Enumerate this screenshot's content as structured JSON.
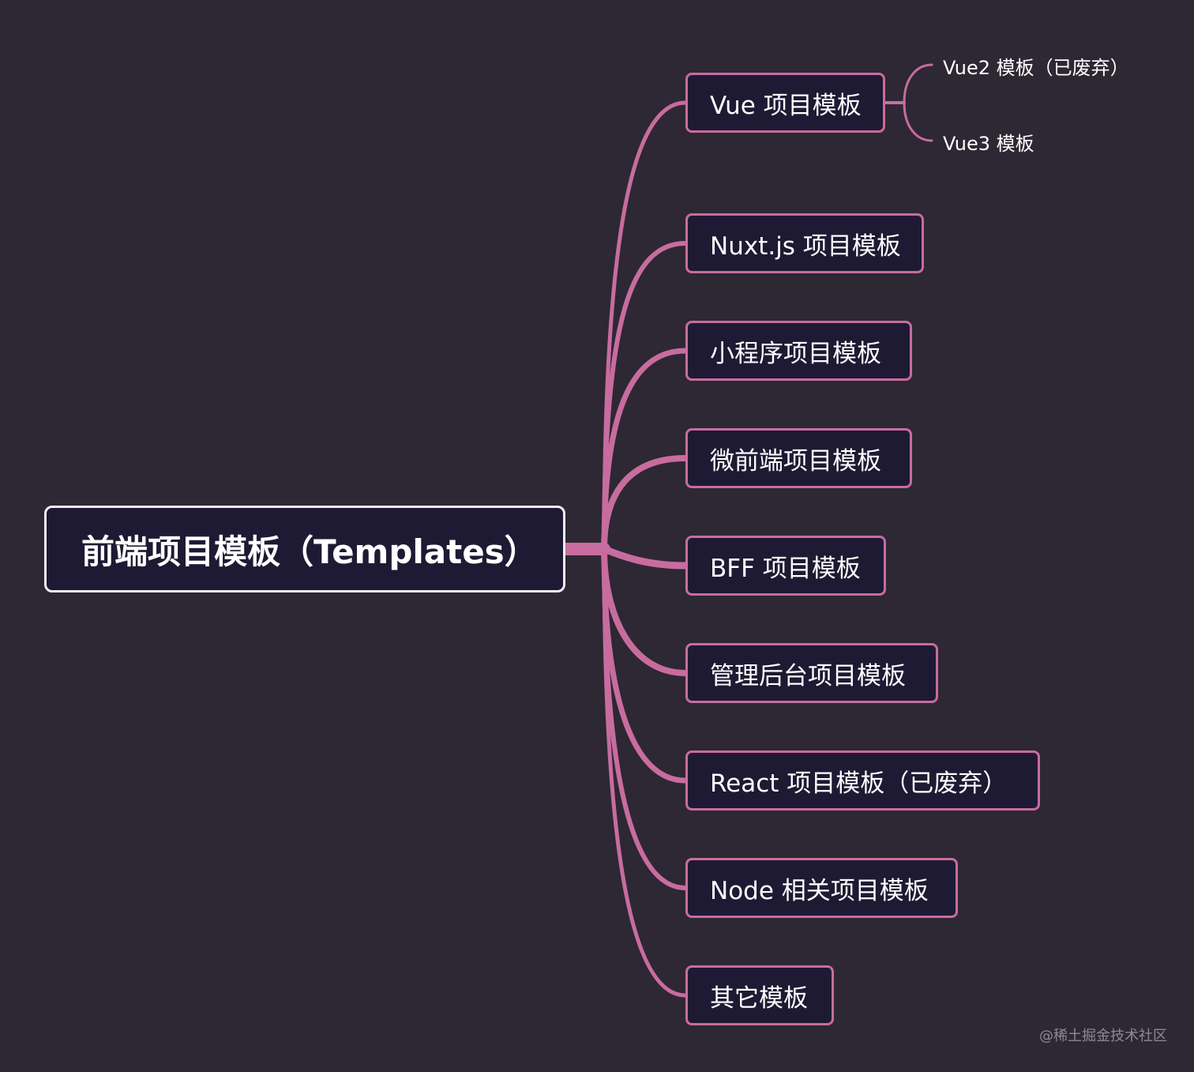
{
  "mindmap": {
    "root": {
      "label": "前端项目模板（Templates）"
    },
    "branches": [
      {
        "label": "Vue 项目模板",
        "children": [
          "Vue2 模板（已废弃）",
          "Vue3 模板"
        ]
      },
      {
        "label": "Nuxt.js 项目模板"
      },
      {
        "label": "小程序项目模板"
      },
      {
        "label": "微前端项目模板"
      },
      {
        "label": "BFF 项目模板"
      },
      {
        "label": "管理后台项目模板"
      },
      {
        "label": "React 项目模板（已废弃）"
      },
      {
        "label": "Node 相关项目模板"
      },
      {
        "label": "其它模板"
      }
    ]
  },
  "watermark": "@稀土掘金技术社区",
  "colors": {
    "background": "#2d2833",
    "node_fill": "#1f1a33",
    "connector": "#c86c9f",
    "root_border": "#f2eef5",
    "text": "#ffffff"
  }
}
